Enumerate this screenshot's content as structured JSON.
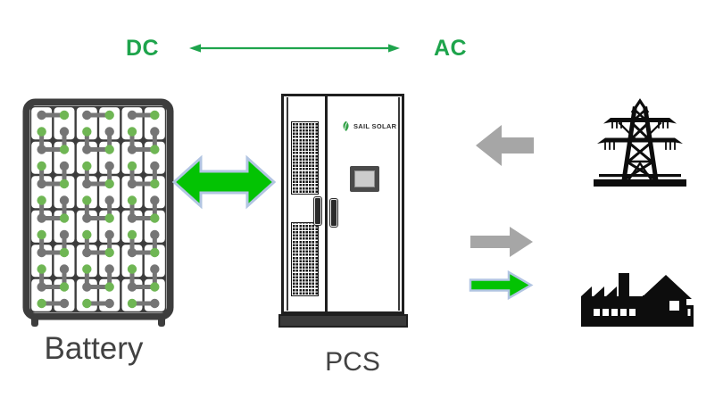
{
  "title": "Battery energy storage system diagram",
  "header": {
    "dc_label": "DC",
    "ac_label": "AC"
  },
  "battery": {
    "label": "Battery",
    "rows": 6,
    "cols": 6
  },
  "pcs": {
    "label": "PCS",
    "brand": "SAIL SOLAR"
  },
  "flows": {
    "battery_pcs": "bidirectional",
    "grid_to_pcs": "left",
    "pcs_to_load_gray": "right",
    "pcs_to_load_green": "right"
  },
  "icons": {
    "battery_rack": "battery-rack-icon",
    "pcs_cabinet": "pcs-cabinet-icon",
    "grid_tower": "transmission-tower-icon",
    "factory": "factory-icon",
    "leaf_logo": "leaf-logo-icon"
  },
  "colors": {
    "text_green": "#1ea44c",
    "arrow_green": "#03c303",
    "arrow_outline_blue": "#b2c5e2",
    "arrow_gray": "#a6a6a6",
    "icon_black": "#0d0d0d",
    "rack_frame": "#3d3d3d",
    "terminal_green": "#6fb654",
    "terminal_gray": "#757575",
    "cell_white": "#ffffff",
    "label_dark": "#424242",
    "cabinet_line": "#1f1f1f",
    "cabinet_base": "#3a3a3a",
    "screen_bezel": "#4a4a4a",
    "screen_face": "#cccccc",
    "grille_dark": "#151515",
    "handle_dark": "#2b2b2b"
  }
}
